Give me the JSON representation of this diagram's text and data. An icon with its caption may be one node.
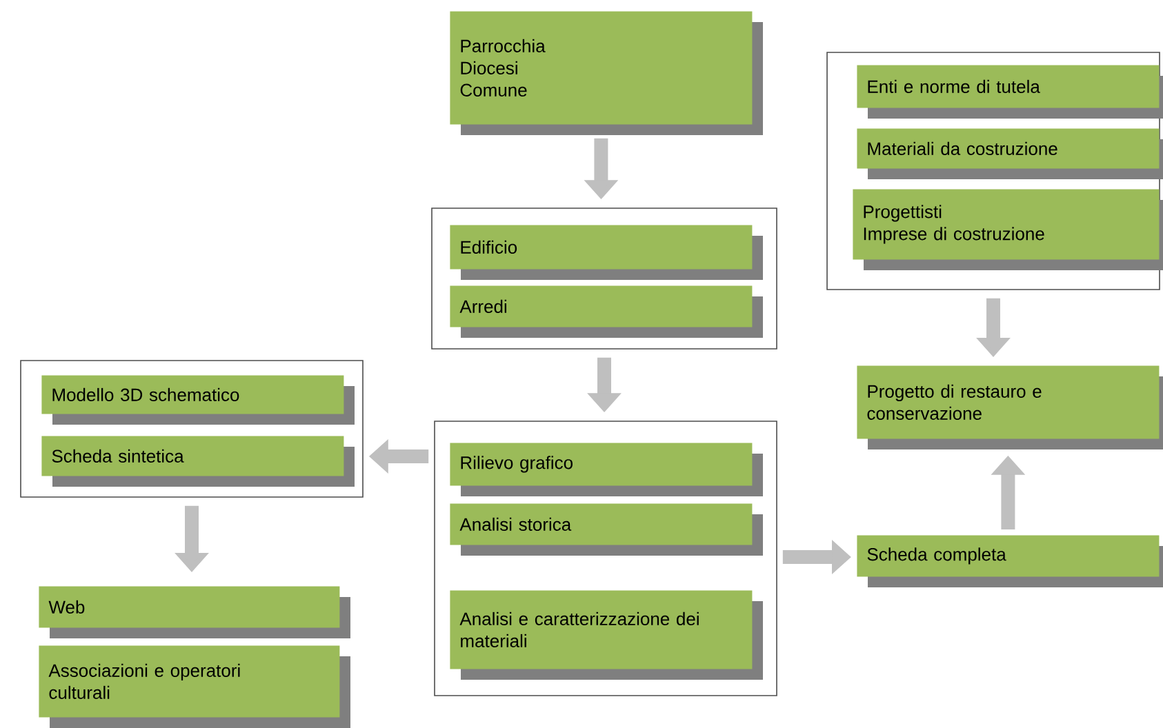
{
  "diagram": {
    "nodes": [
      {
        "text": [
          "Parrocchia",
          "Diocesi",
          "Comune"
        ]
      },
      {
        "text": [],
        "shape": "box"
      },
      {
        "text": [
          "Edificio"
        ],
        "in": 1
      },
      {
        "text": [
          "Arredi"
        ],
        "in": 1
      },
      {
        "text": [],
        "shape": "box"
      },
      {
        "text": [
          "Modello 3D schematico"
        ],
        "in": 4
      },
      {
        "text": [
          "Scheda sintetica"
        ],
        "in": 4
      },
      {
        "text": [],
        "shape": "box"
      },
      {
        "text": [
          "Rilievo grafico"
        ],
        "in": 7
      },
      {
        "text": [
          "Analisi storica"
        ],
        "in": 7
      },
      {
        "text": [
          "Analisi e caratterizzazione dei materiali"
        ],
        "in": 7
      },
      {
        "text": [
          "Web"
        ]
      },
      {
        "text": [
          "Associazioni  e operatori culturali"
        ]
      },
      {
        "text": [],
        "shape": "box"
      },
      {
        "text": [
          "Enti e norme di tutela"
        ],
        "in": 13
      },
      {
        "text": [
          "Materiali da costruzione"
        ],
        "in": 13
      },
      {
        "text": [
          "Progettisti",
          "Imprese di costruzione"
        ],
        "in": 13
      },
      {
        "text": [
          "Progetto di restauro e conservazione"
        ]
      },
      {
        "text": [
          "Scheda completa"
        ]
      }
    ],
    "edges": [
      {
        "from": 0,
        "to": 1,
        "arrow": "to"
      },
      {
        "from": 1,
        "to": 7,
        "arrow": "to"
      },
      {
        "from": 7,
        "to": 4,
        "arrow": "to"
      },
      {
        "from": 4,
        "to": 11,
        "arrow": "to"
      },
      {
        "from": 7,
        "to": 18,
        "arrow": "to"
      },
      {
        "from": 18,
        "to": 17,
        "arrow": "to"
      },
      {
        "from": 13,
        "to": 17,
        "arrow": "to"
      }
    ]
  }
}
